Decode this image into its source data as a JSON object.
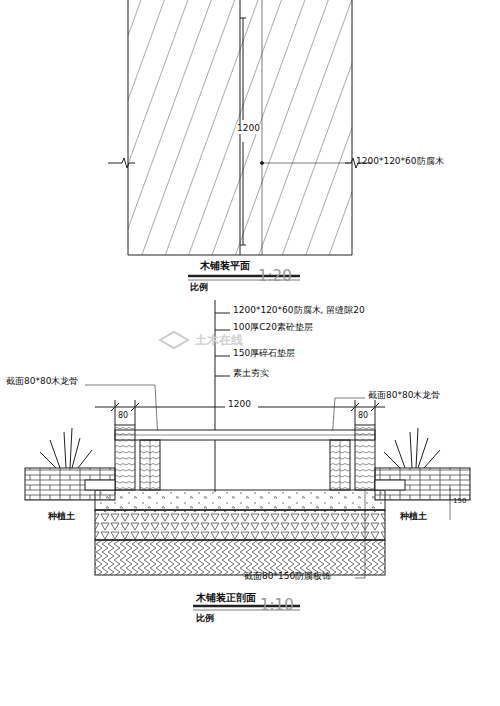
{
  "diagram": {
    "labels": [
      "1200",
      "1200*120*60防腐木",
      "木铺装平面",
      "比例",
      "1:20",
      "1200*120*60防腐木, 留缝隙20",
      "100厚C20素砼垫层",
      "150厚碎石垫层",
      "素土夯实",
      "截面80*80木龙骨",
      "截面80*80木龙骨",
      "1200",
      "80",
      "80",
      "种植土",
      "种植土",
      "150",
      "截面80*150防腐板饰",
      "木铺装正剖面",
      "比例",
      "1:10",
      "土木在线"
    ]
  }
}
